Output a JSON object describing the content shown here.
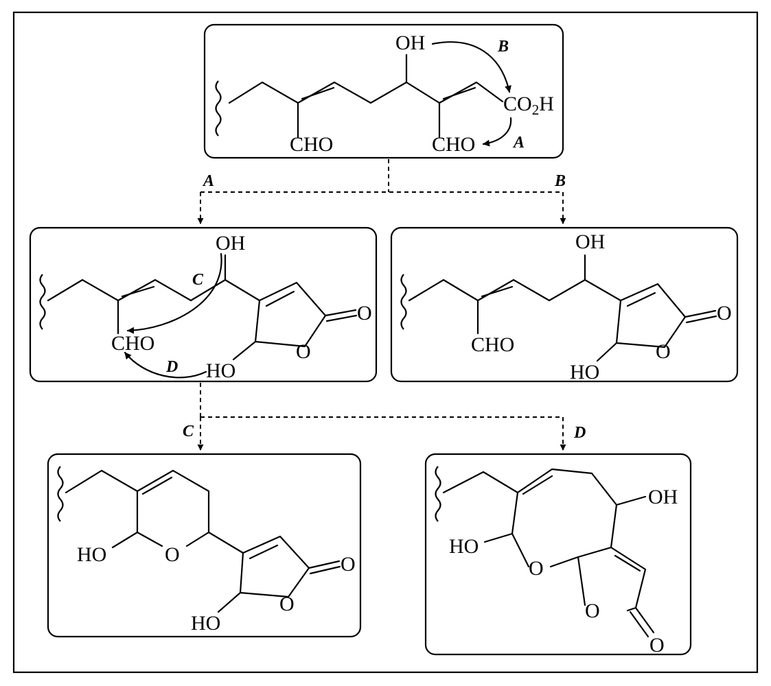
{
  "pathways": {
    "a": "A",
    "b": "B",
    "c": "C",
    "d": "D"
  },
  "groups": {
    "oh": "OH",
    "ho": "HO",
    "cho": "CHO",
    "co2h_main": "CO",
    "co2h_sub": "2",
    "co2h_tail": "H",
    "o": "O"
  }
}
